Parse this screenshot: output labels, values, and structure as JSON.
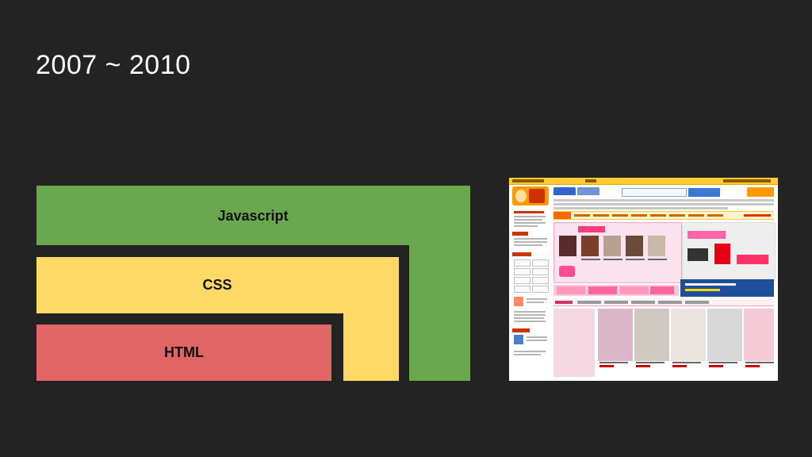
{
  "slide": {
    "title": "2007 ~ 2010"
  },
  "layers": {
    "javascript": "Javascript",
    "css": "CSS",
    "html": "HTML"
  },
  "colors": {
    "background": "#232323",
    "javascript": "#6aa84f",
    "css": "#ffd966",
    "html": "#e06666"
  },
  "screenshot": {
    "description_icon": "legacy-shopping-site-screenshot"
  }
}
